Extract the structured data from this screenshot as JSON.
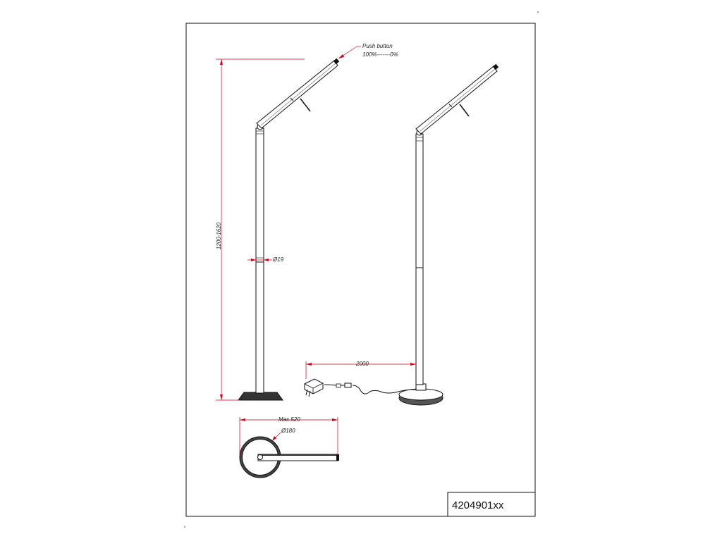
{
  "drawing": {
    "model_number": "4204901xx",
    "annotations": {
      "push_button": "Push button",
      "dimmer_range": "100%-------0%",
      "height_range": "1200-1620",
      "pole_diameter": "Ø19",
      "cable_length": "2000",
      "max_width": "Max.520",
      "base_diameter": "Ø180"
    },
    "colors": {
      "dimension_lines": "#d0001a",
      "outline": "#111111",
      "background": "#ffffff"
    }
  }
}
